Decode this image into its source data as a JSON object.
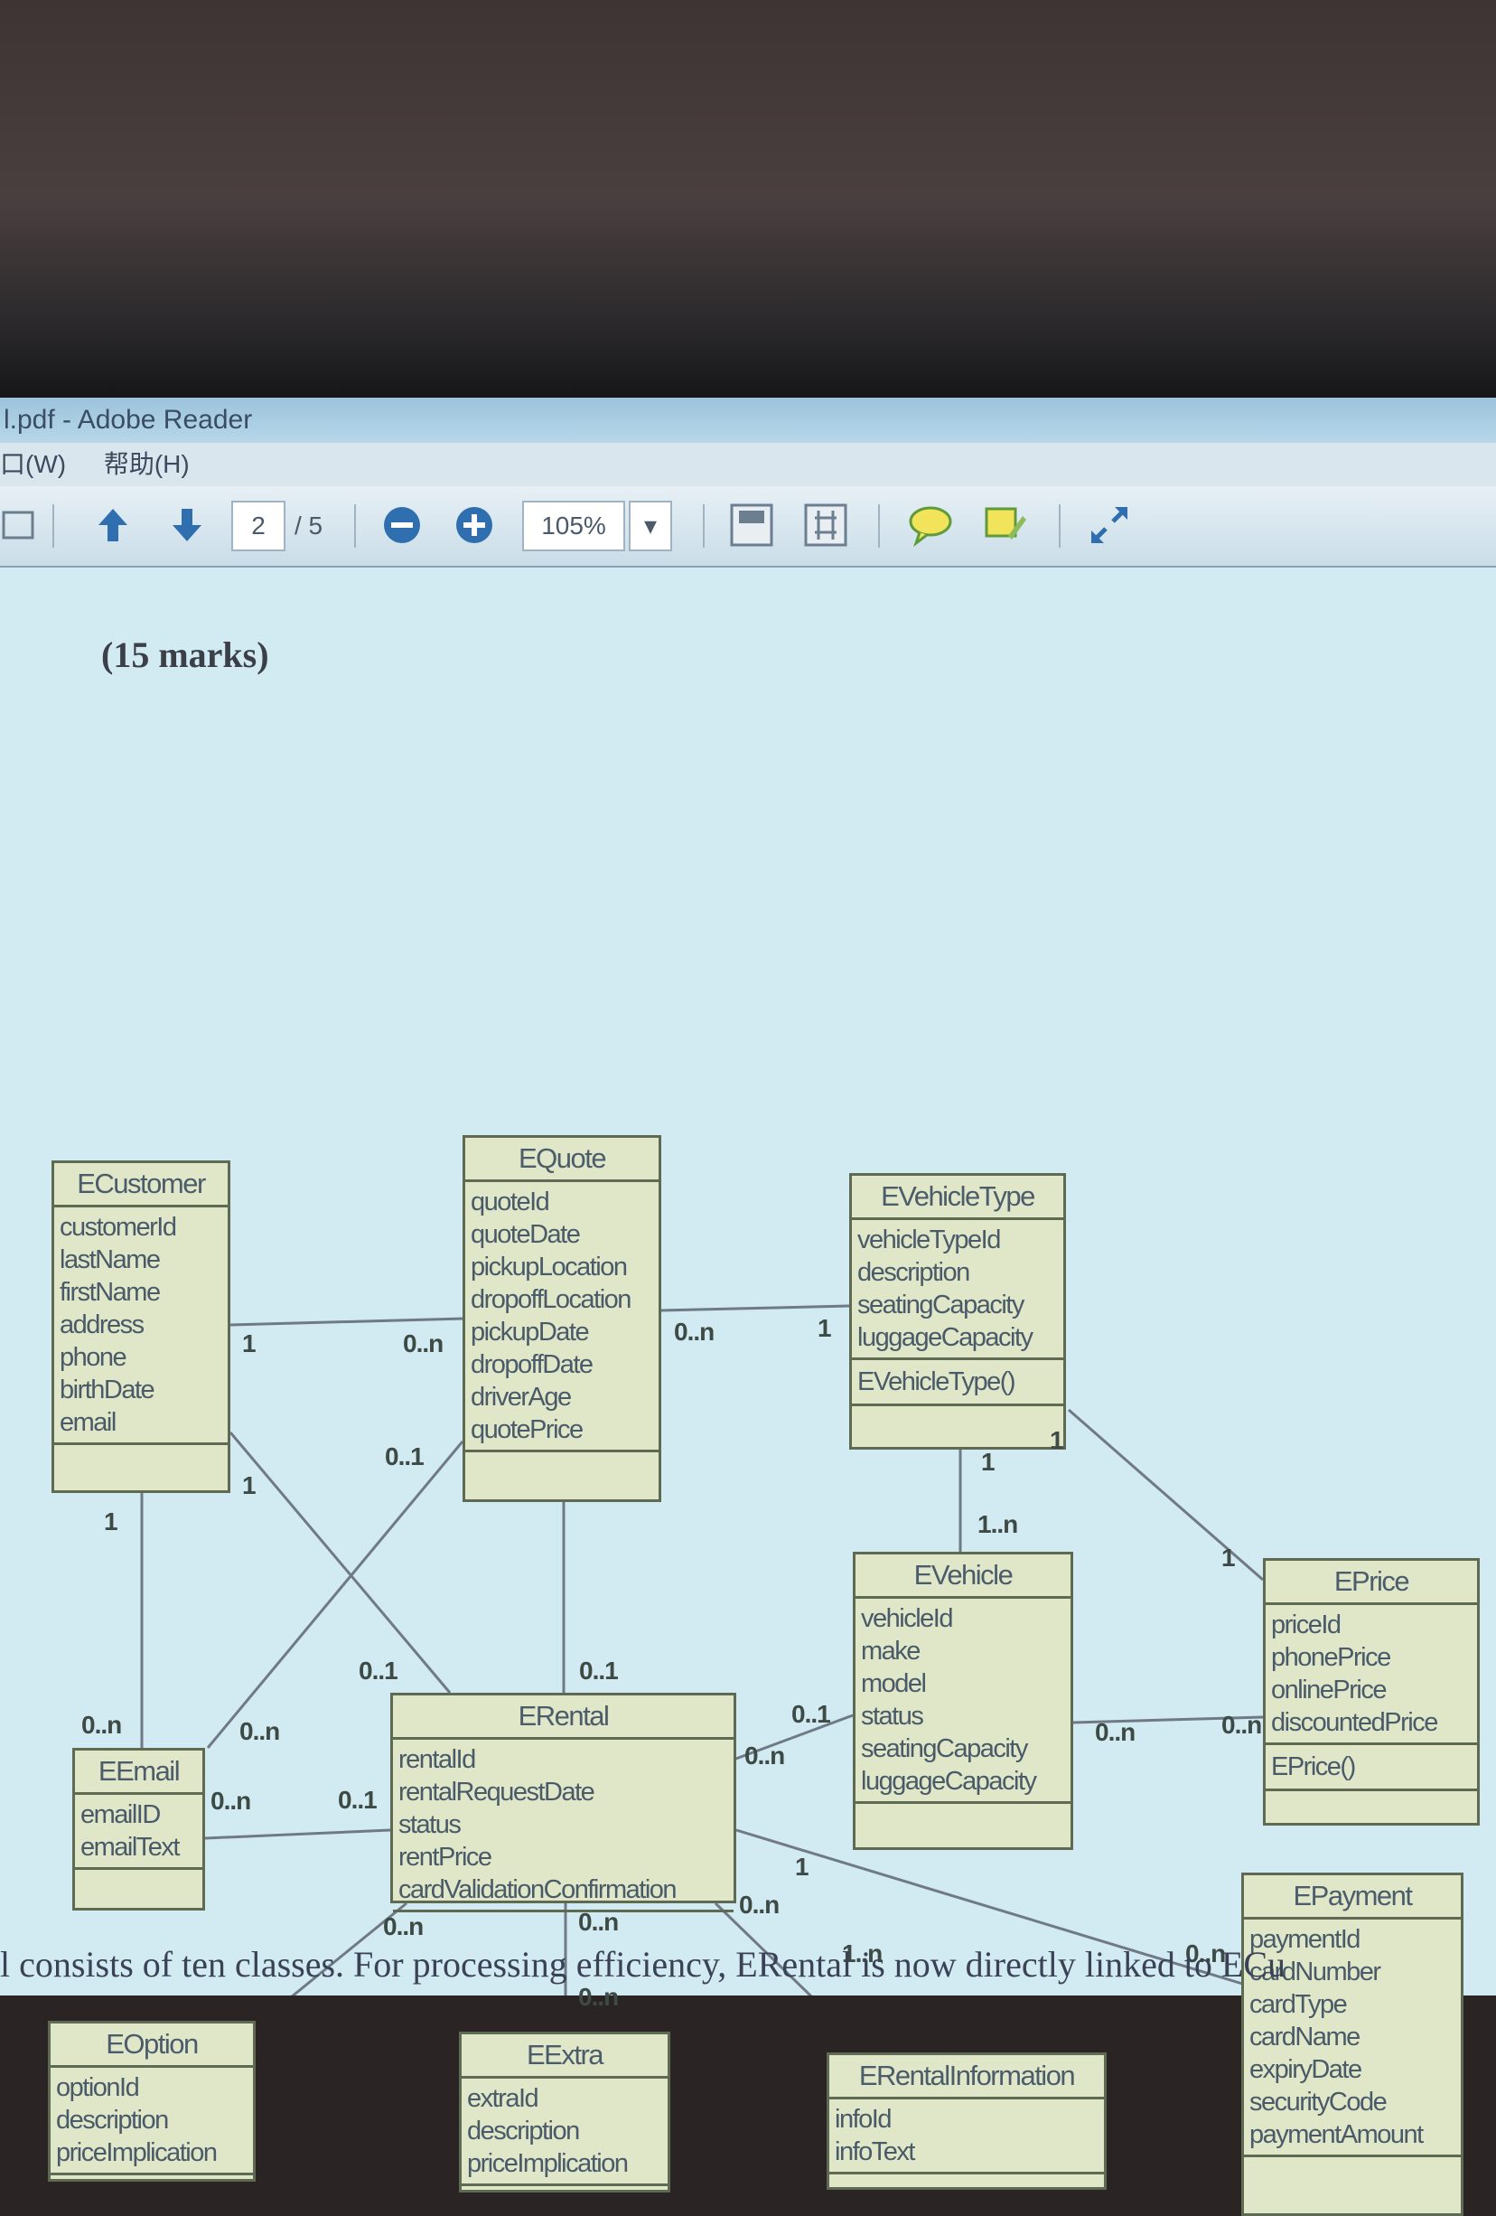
{
  "window": {
    "title": "l.pdf - Adobe Reader",
    "menu": [
      "口(W)",
      "帮助(H)"
    ]
  },
  "toolbar": {
    "page_current": "2",
    "page_total": "/ 5",
    "zoom": "105%"
  },
  "document": {
    "marks": "(15 marks)",
    "footer_text": "l consists of ten classes. For processing efficiency, ERental is now directly linked to ECu"
  },
  "classes": {
    "ecustomer": {
      "name": "ECustomer",
      "attributes": [
        "customerId",
        "lastName",
        "firstName",
        "address",
        "phone",
        "birthDate",
        "email"
      ]
    },
    "equote": {
      "name": "EQuote",
      "attributes": [
        "quoteId",
        "quoteDate",
        "pickupLocation",
        "dropoffLocation",
        "pickupDate",
        "dropoffDate",
        "driverAge",
        "quotePrice"
      ]
    },
    "evehicletype": {
      "name": "EVehicleType",
      "attributes": [
        "vehicleTypeId",
        "description",
        "seatingCapacity",
        "luggageCapacity"
      ],
      "operations": [
        "EVehicleType()"
      ]
    },
    "evehicle": {
      "name": "EVehicle",
      "attributes": [
        "vehicleId",
        "make",
        "model",
        "status",
        "seatingCapacity",
        "luggageCapacity"
      ]
    },
    "eprice": {
      "name": "EPrice",
      "attributes": [
        "priceId",
        "phonePrice",
        "onlinePrice",
        "discountedPrice"
      ],
      "operations": [
        "EPrice()"
      ]
    },
    "eemail": {
      "name": "EEmail",
      "attributes": [
        "emailID",
        "emailText"
      ]
    },
    "erental": {
      "name": "ERental",
      "attributes": [
        "rentalId",
        "rentalRequestDate",
        "status",
        "rentPrice",
        "cardValidationConfirmation"
      ]
    },
    "epayment": {
      "name": "EPayment",
      "attributes": [
        "paymentId",
        "cardNumber",
        "cardType",
        "cardName",
        "expiryDate",
        "securityCode",
        "paymentAmount"
      ]
    },
    "eoption": {
      "name": "EOption",
      "attributes": [
        "optionId",
        "description",
        "priceImplication"
      ]
    },
    "eextra": {
      "name": "EExtra",
      "attributes": [
        "extraId",
        "description",
        "priceImplication"
      ]
    },
    "erentalinformation": {
      "name": "ERentalInformation",
      "attributes": [
        "infoId",
        "infoText"
      ]
    }
  },
  "multiplicities": [
    "1",
    "0..n",
    "0..n",
    "1",
    "1",
    "1",
    "1..n",
    "1",
    "0..1",
    "0..1",
    "1",
    "0..n",
    "0..1",
    "0..1",
    "1",
    "0..n",
    "0..n",
    "0..1",
    "0..n",
    "0..n",
    "0..n",
    "1..n",
    "1",
    "0..n",
    "0..n",
    "0..n",
    "0..n",
    "0..n"
  ]
}
